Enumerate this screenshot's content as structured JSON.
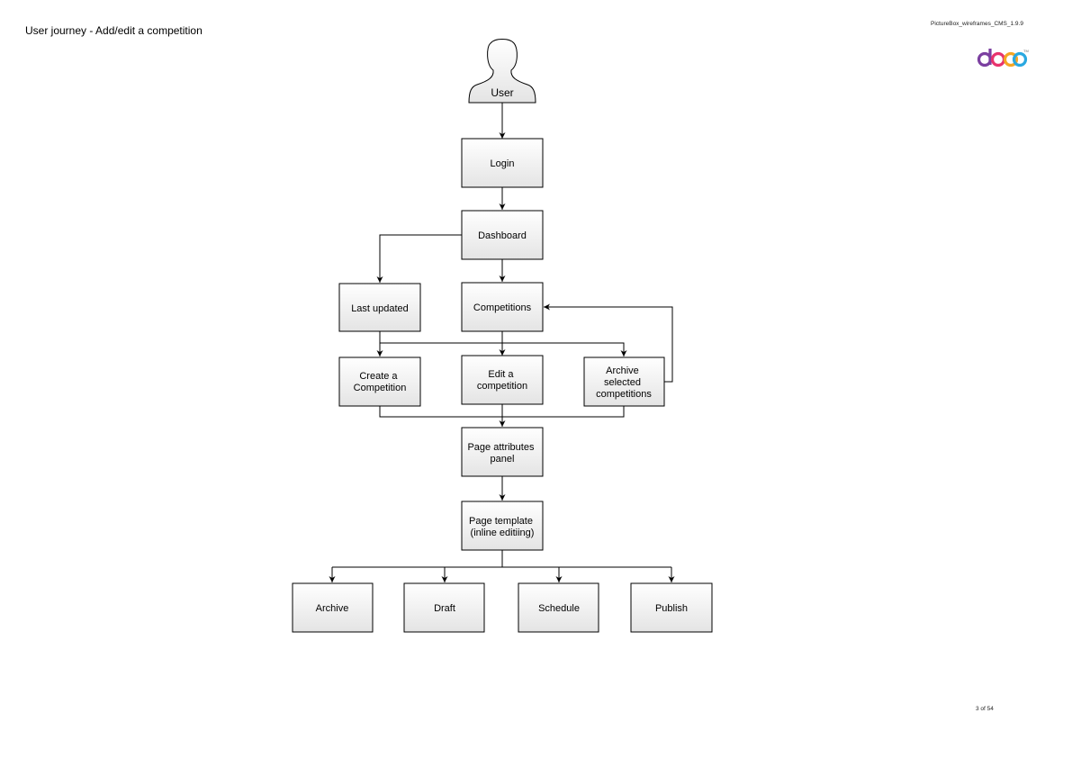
{
  "header": {
    "title": "User journey - Add/edit a competition",
    "document_id": "PictureBox_wireframes_CMS_1.9.9"
  },
  "footer": {
    "page_number": "3 of 54"
  },
  "logo": {
    "icon": "doco-logo-icon",
    "colors": [
      "#7b3fa0",
      "#e8336d",
      "#f5a623",
      "#29a8e0"
    ]
  },
  "diagram": {
    "actor": {
      "label": "User",
      "icon": "user-silhouette-icon"
    },
    "nodes": {
      "login": [
        "Login"
      ],
      "dashboard": [
        "Dashboard"
      ],
      "last_updated": [
        "Last updated"
      ],
      "competitions": [
        "Competitions"
      ],
      "create": [
        "Create a",
        "Competition"
      ],
      "edit": [
        "Edit a",
        "competition"
      ],
      "archive_selected": [
        "Archive",
        "selected",
        "competitions"
      ],
      "page_attributes": [
        "Page attributes",
        "panel"
      ],
      "page_template": [
        "Page template",
        "(inline editiing)"
      ],
      "archive": [
        "Archive"
      ],
      "draft": [
        "Draft"
      ],
      "schedule": [
        "Schedule"
      ],
      "publish": [
        "Publish"
      ]
    }
  }
}
